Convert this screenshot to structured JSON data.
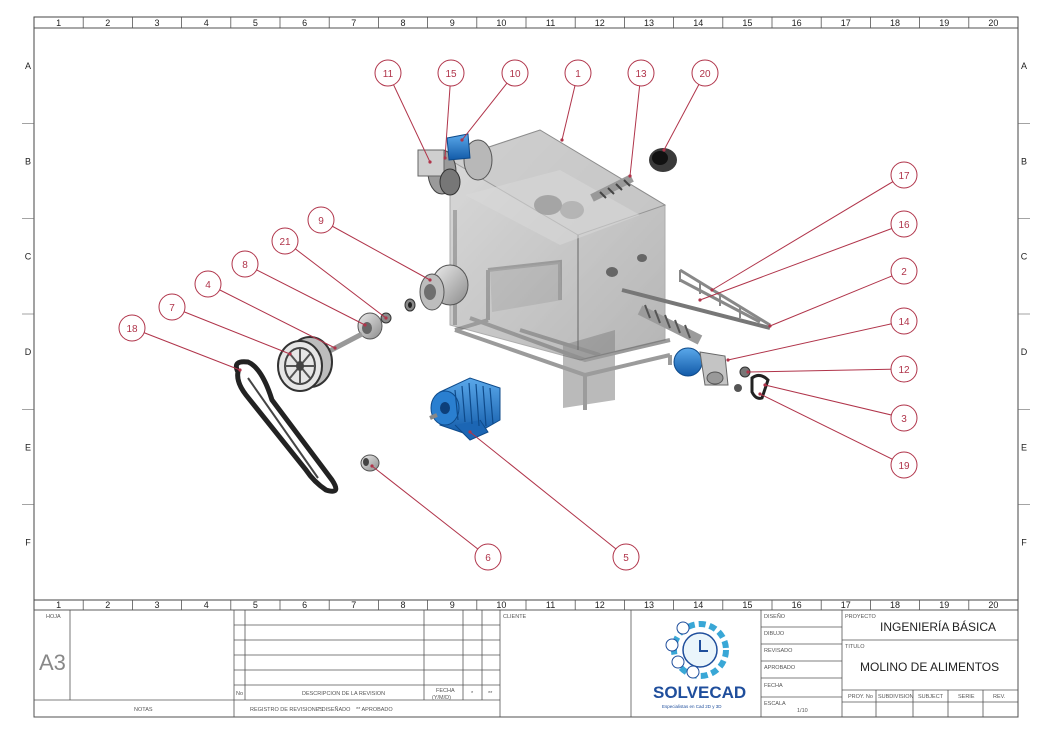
{
  "grid": {
    "columns": [
      "1",
      "2",
      "3",
      "4",
      "5",
      "6",
      "7",
      "8",
      "9",
      "10",
      "11",
      "12",
      "13",
      "14",
      "15",
      "16",
      "17",
      "18",
      "19",
      "20"
    ],
    "rows": [
      "A",
      "B",
      "C",
      "D",
      "E",
      "F"
    ]
  },
  "balloons": [
    "1",
    "2",
    "3",
    "4",
    "5",
    "6",
    "7",
    "8",
    "9",
    "10",
    "11",
    "12",
    "13",
    "14",
    "15",
    "16",
    "17",
    "18",
    "19",
    "20",
    "21"
  ],
  "title_block": {
    "hoja_label": "HOJA",
    "sheet_size": "A3",
    "notas_label": "NOTAS",
    "rev_no_label": "No",
    "rev_desc_label": "DESCRIPCION DE LA REVISION",
    "rev_fecha_label": "FECHA",
    "rev_fecha_format": "(Y/M/D)",
    "rev_star": "*",
    "rev_dstar": "**",
    "registro_label": "REGISTRO DE REVISIONES",
    "disenado_label": "* DISEÑADO",
    "aprobado_label": "** APROBADO",
    "cliente_label": "CLIENTE",
    "company": "SOLVECAD",
    "tagline": "Especialistas en Cad 2D y 3D",
    "diseno_label": "DISEÑO",
    "dibujo_label": "DIBUJO",
    "revisado_label": "REVISADO",
    "aprobado2_label": "APROBADO",
    "fecha_label": "FECHA",
    "escala_label": "ESCALA",
    "escala_value": "1/10",
    "proyecto_label": "PROYECTO",
    "proyecto_value": "INGENIERÍA BÁSICA",
    "titulo_label": "TITULO",
    "titulo_value": "MOLINO DE ALIMENTOS",
    "bottom_labels": [
      "PROY. No",
      "SUBDIVISION",
      "SUBJECT",
      "SERIE",
      "REV."
    ]
  },
  "colors": {
    "balloon": "#b0344a",
    "motor_blue": "#1e73c8",
    "hopper_gray": "#8e8e8e",
    "frame_gray": "#a8a8a8",
    "logo_blue": "#1f4e9c",
    "logo_teal": "#39a7d6"
  }
}
